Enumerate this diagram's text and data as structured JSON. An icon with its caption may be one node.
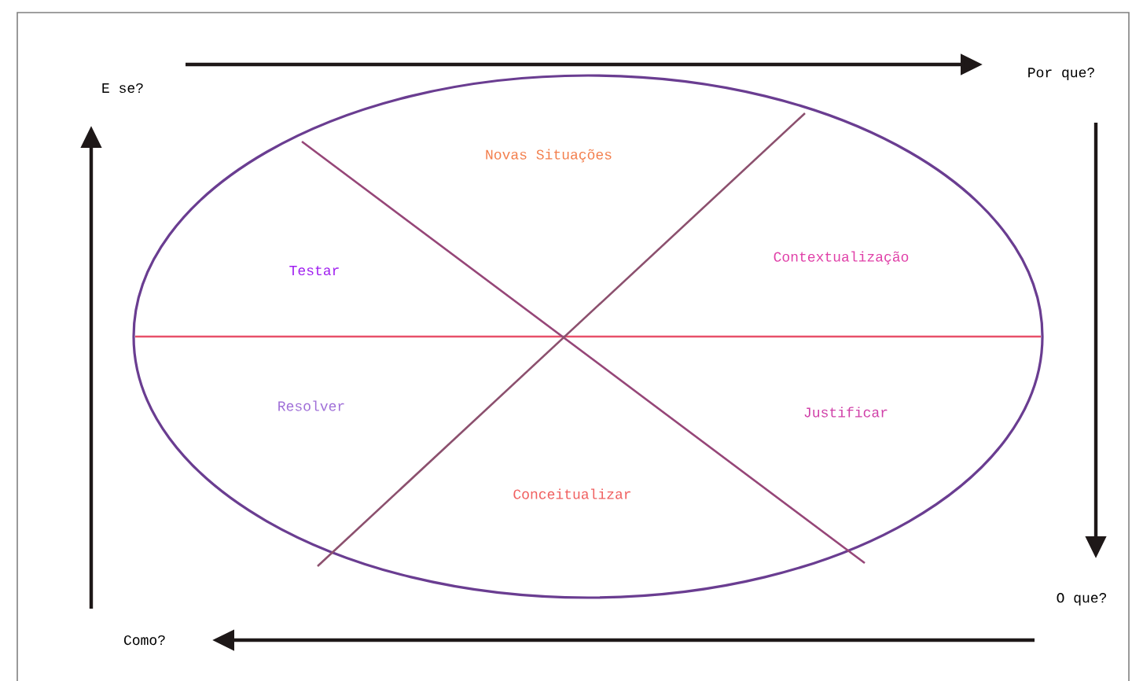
{
  "diagram": {
    "nodes": [
      {
        "text": [
          "E se?"
        ]
      },
      {
        "text": [
          "Por que?"
        ]
      },
      {
        "text": [
          "O que?"
        ]
      },
      {
        "text": [
          "Como?"
        ]
      },
      {
        "text": [
          "Novas Situações",
          "Testar",
          "Contextualização",
          "Resolver",
          "Justificar",
          "Conceitualizar"
        ]
      }
    ],
    "edges": [
      {
        "from": 0,
        "to": 1,
        "arrow": "to"
      },
      {
        "from": 1,
        "to": 2,
        "arrow": "to"
      },
      {
        "from": 2,
        "to": 3,
        "arrow": "to"
      },
      {
        "from": 3,
        "to": 0,
        "arrow": "to"
      }
    ]
  }
}
